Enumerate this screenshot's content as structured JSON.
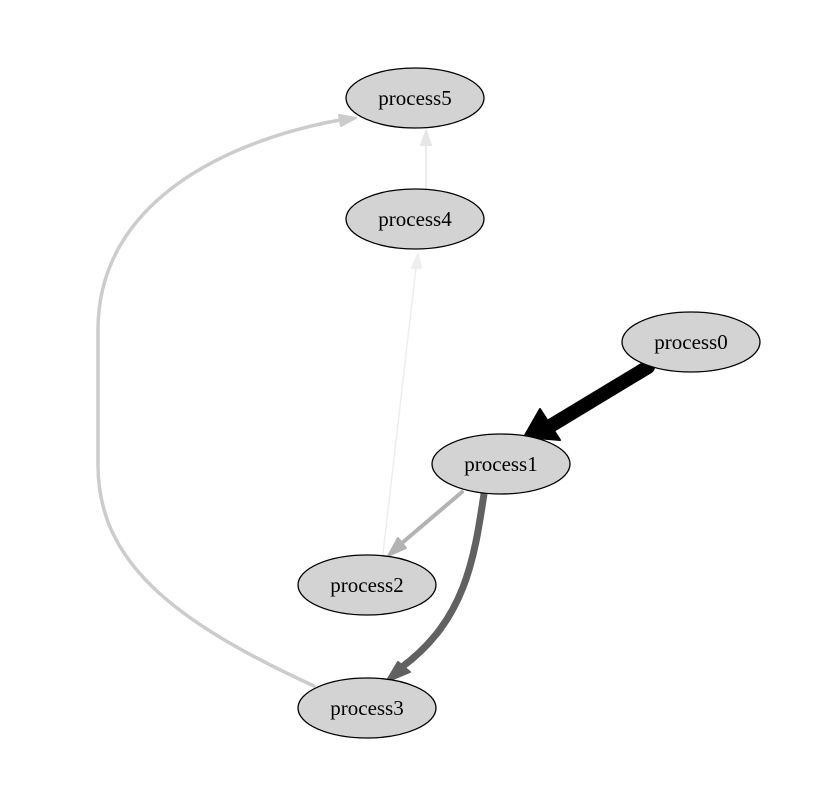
{
  "nodes": [
    {
      "id": "process0",
      "label": "process0"
    },
    {
      "id": "process1",
      "label": "process1"
    },
    {
      "id": "process2",
      "label": "process2"
    },
    {
      "id": "process3",
      "label": "process3"
    },
    {
      "id": "process4",
      "label": "process4"
    },
    {
      "id": "process5",
      "label": "process5"
    }
  ],
  "edges": [
    {
      "from": "process0",
      "to": "process1",
      "color": "#000000",
      "weight": "heavy"
    },
    {
      "from": "process1",
      "to": "process3",
      "color": "#616161",
      "weight": "strong"
    },
    {
      "from": "process1",
      "to": "process2",
      "color": "#b3b3b3",
      "weight": "medium"
    },
    {
      "from": "process3",
      "to": "process5",
      "color": "#cccccc",
      "weight": "medium"
    },
    {
      "from": "process2",
      "to": "process4",
      "color": "#eeeeee",
      "weight": "light"
    },
    {
      "from": "process4",
      "to": "process5",
      "color": "#e6e6e6",
      "weight": "light"
    }
  ]
}
